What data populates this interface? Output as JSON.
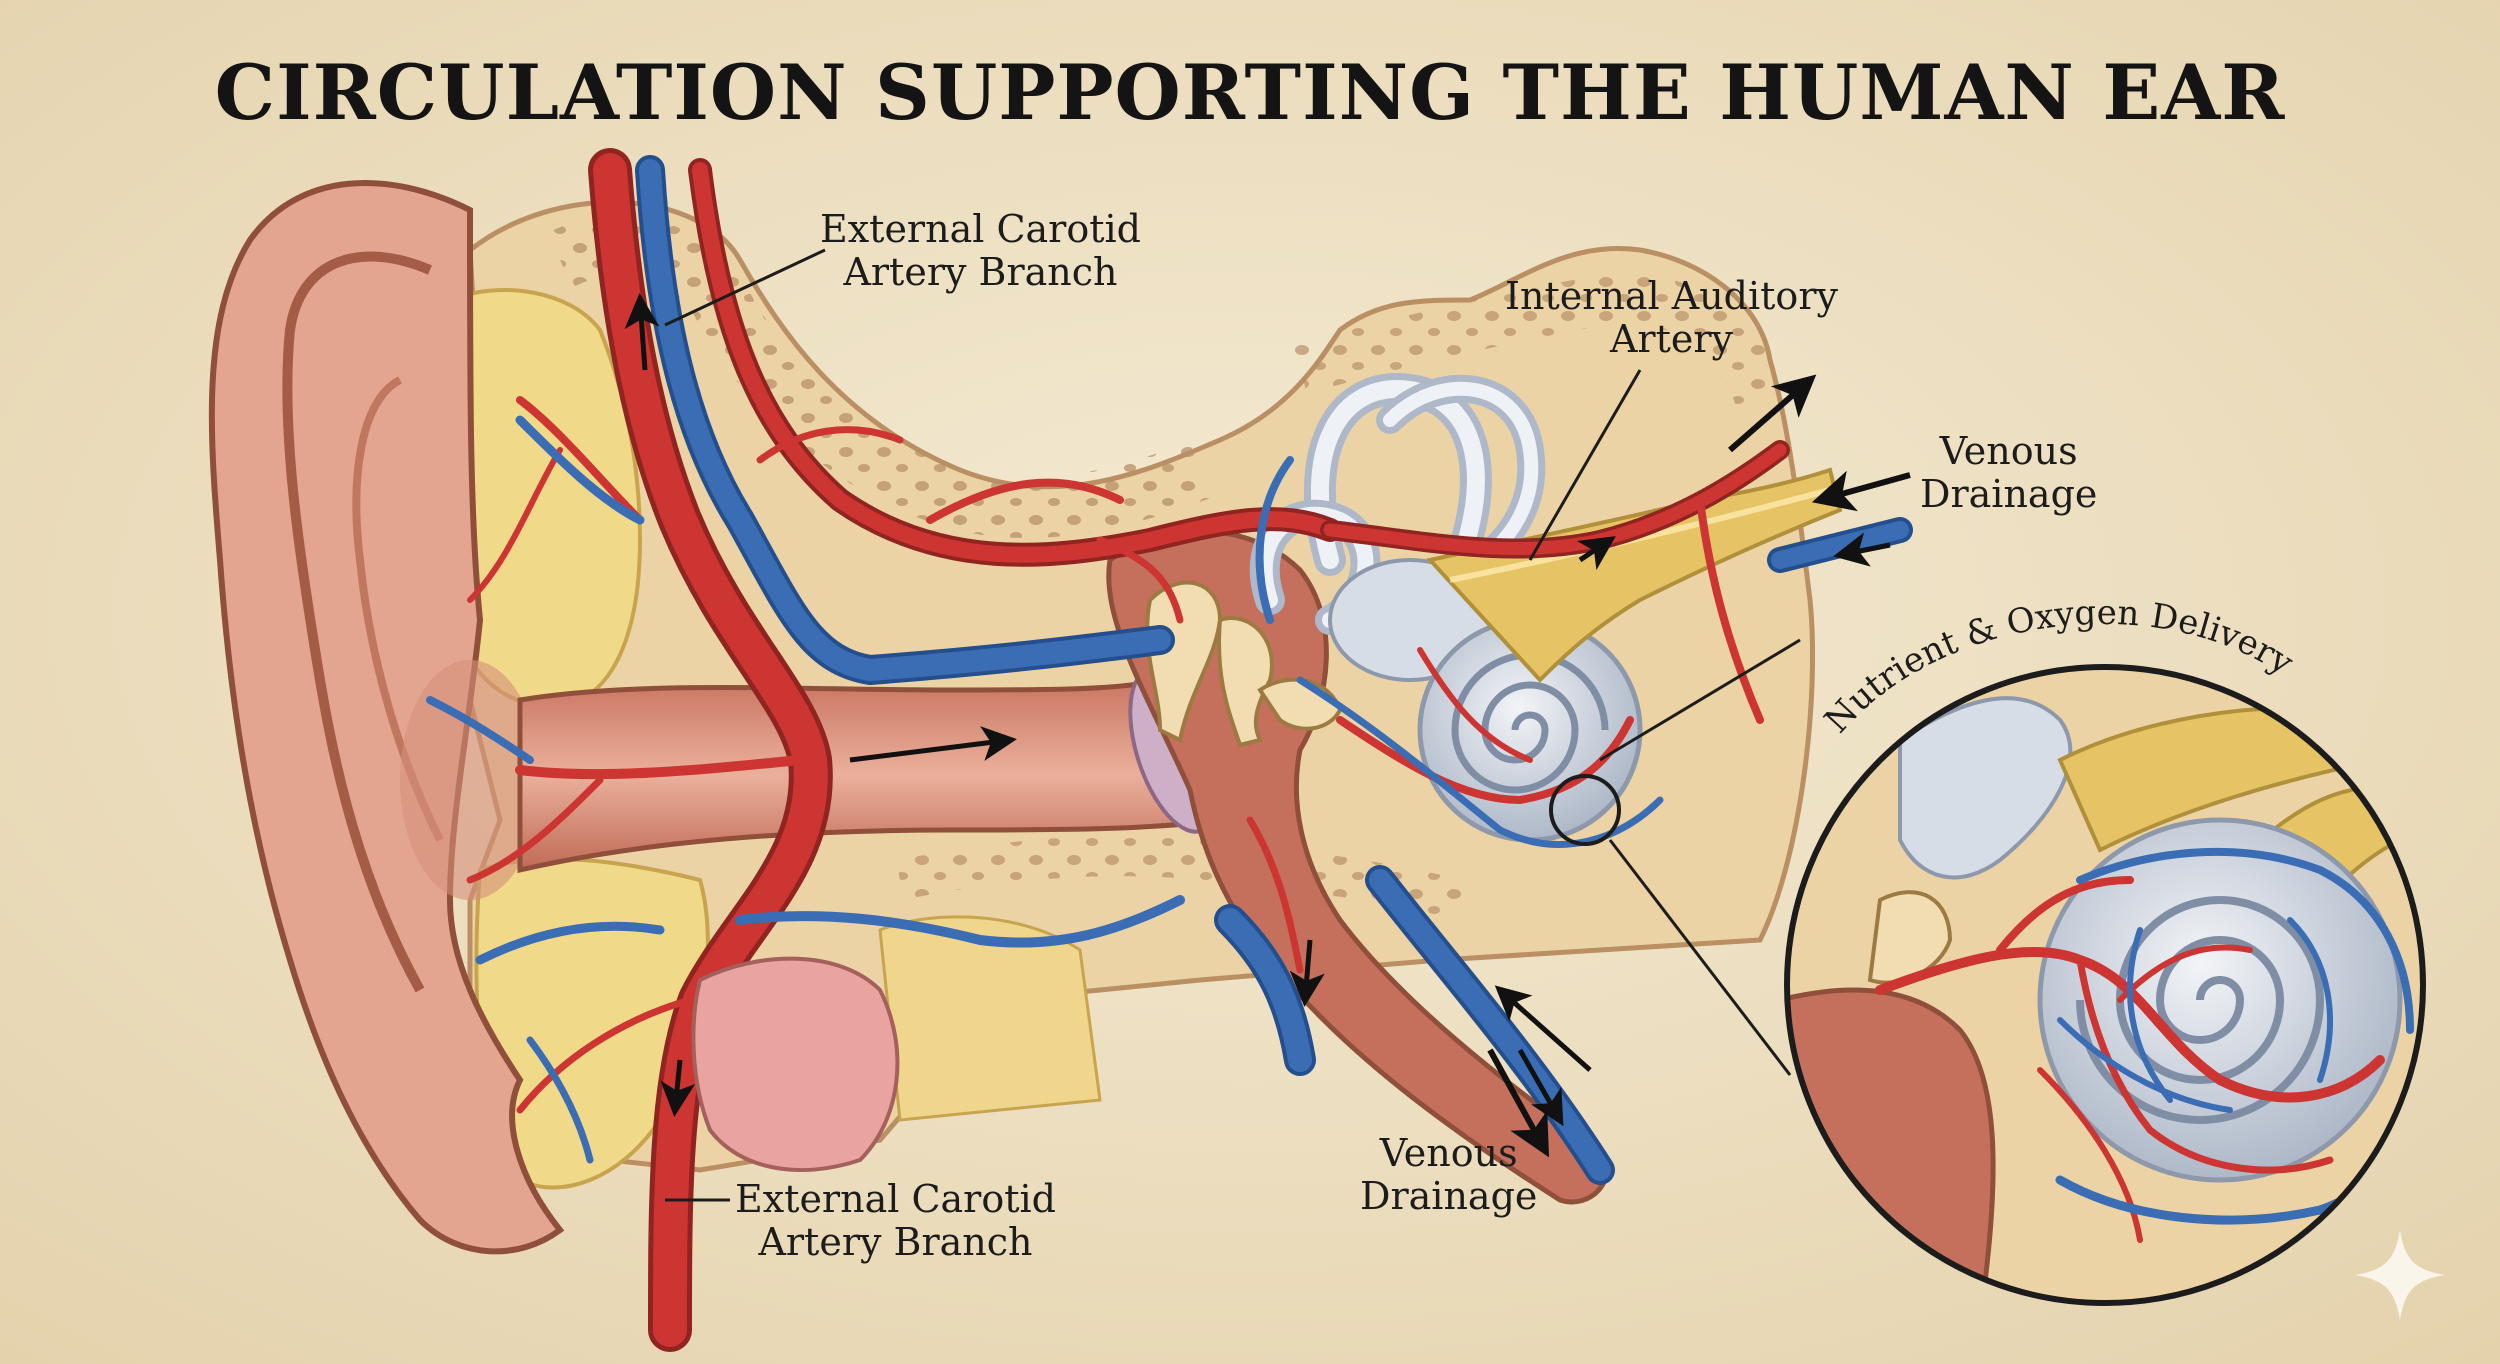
{
  "title": "CIRCULATION SUPPORTING THE HUMAN EAR",
  "labels": {
    "ext_carotid_top": {
      "line1": "External Carotid",
      "line2": "Artery Branch"
    },
    "internal_auditory": {
      "line1": "Internal Auditory",
      "line2": "Artery"
    },
    "venous_right": {
      "line1": "Venous",
      "line2": "Drainage"
    },
    "nutrient": "Nutrient & Oxygen Delivery",
    "venous_bottom": {
      "line1": "Venous",
      "line2": "Drainage"
    },
    "ext_carotid_bottom": {
      "line1": "External Carotid",
      "line2": "Artery Branch"
    }
  },
  "colors": {
    "artery": "#cc3532",
    "vein": "#3b6db5",
    "background": "#efe2c6",
    "skin": "#e3a58f",
    "bone": "#ecd3a6",
    "fat": "#f1d98a",
    "nerve": "#e6c466",
    "cochlea": "#d7dde6"
  },
  "icons": [
    "flow-arrow-icon",
    "sparkle-icon"
  ]
}
